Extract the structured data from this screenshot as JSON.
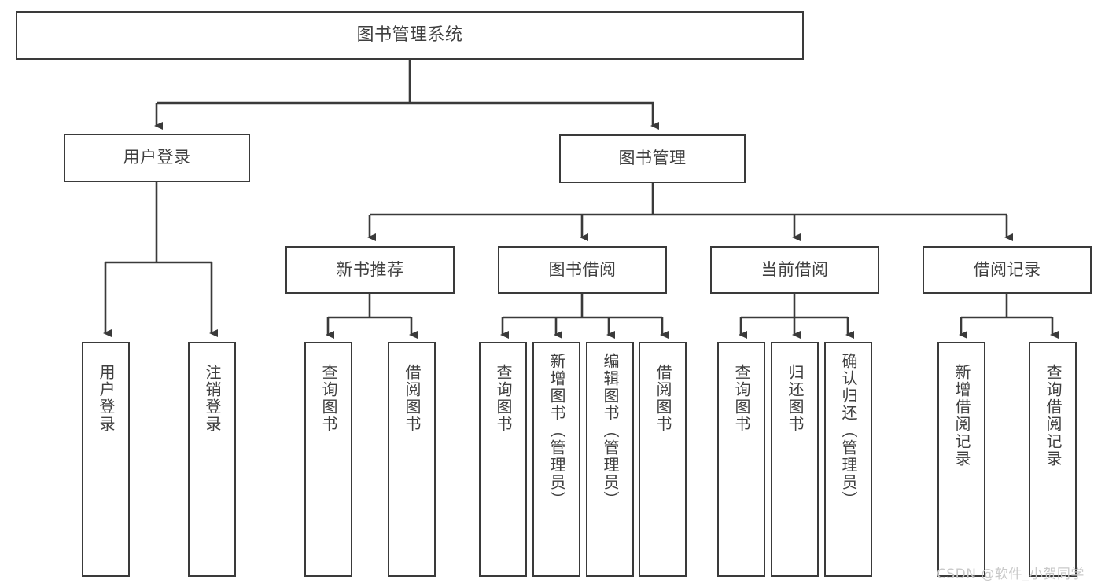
{
  "diagram": {
    "kind": "functional-structure-tree",
    "title": "图书管理系统",
    "watermark": "CSDN @软件_小贺同学",
    "colors": {
      "node_border": "#3a3a3a",
      "node_fill": "#ffffff",
      "edge": "#3a3a3a",
      "text": "#3f3f3f",
      "watermark": "#c9c9c9",
      "background": "#ffffff"
    },
    "levels": {
      "root": "图书管理系统",
      "level2": [
        "用户登录",
        "图书管理"
      ],
      "level3": [
        "新书推荐",
        "图书借阅",
        "当前借阅",
        "借阅记录"
      ]
    },
    "nodes": {
      "root": {
        "label": "图书管理系统"
      },
      "user_login": {
        "label": "用户登录"
      },
      "book_manage": {
        "label": "图书管理"
      },
      "new_book_rec": {
        "label": "新书推荐"
      },
      "book_borrow": {
        "label": "图书借阅"
      },
      "current_borrow": {
        "label": "当前借阅"
      },
      "borrow_record": {
        "label": "借阅记录"
      },
      "leaf_user_login": {
        "label": "用户登录"
      },
      "leaf_user_logout": {
        "label": "注销登录"
      },
      "leaf_rec_query": {
        "label": "查询图书"
      },
      "leaf_rec_borrow": {
        "label": "借阅图书"
      },
      "leaf_borrow_query": {
        "label": "查询图书"
      },
      "leaf_borrow_add": {
        "label": "新增图书（管理员）"
      },
      "leaf_borrow_edit": {
        "label": "编辑图书（管理员）"
      },
      "leaf_borrow_lend": {
        "label": "借阅图书"
      },
      "leaf_cur_query": {
        "label": "查询图书"
      },
      "leaf_cur_return": {
        "label": "归还图书"
      },
      "leaf_cur_confirm": {
        "label": "确认归还（管理员）"
      },
      "leaf_rec_add": {
        "label": "新增借阅记录"
      },
      "leaf_rec_search": {
        "label": "查询借阅记录"
      }
    }
  }
}
